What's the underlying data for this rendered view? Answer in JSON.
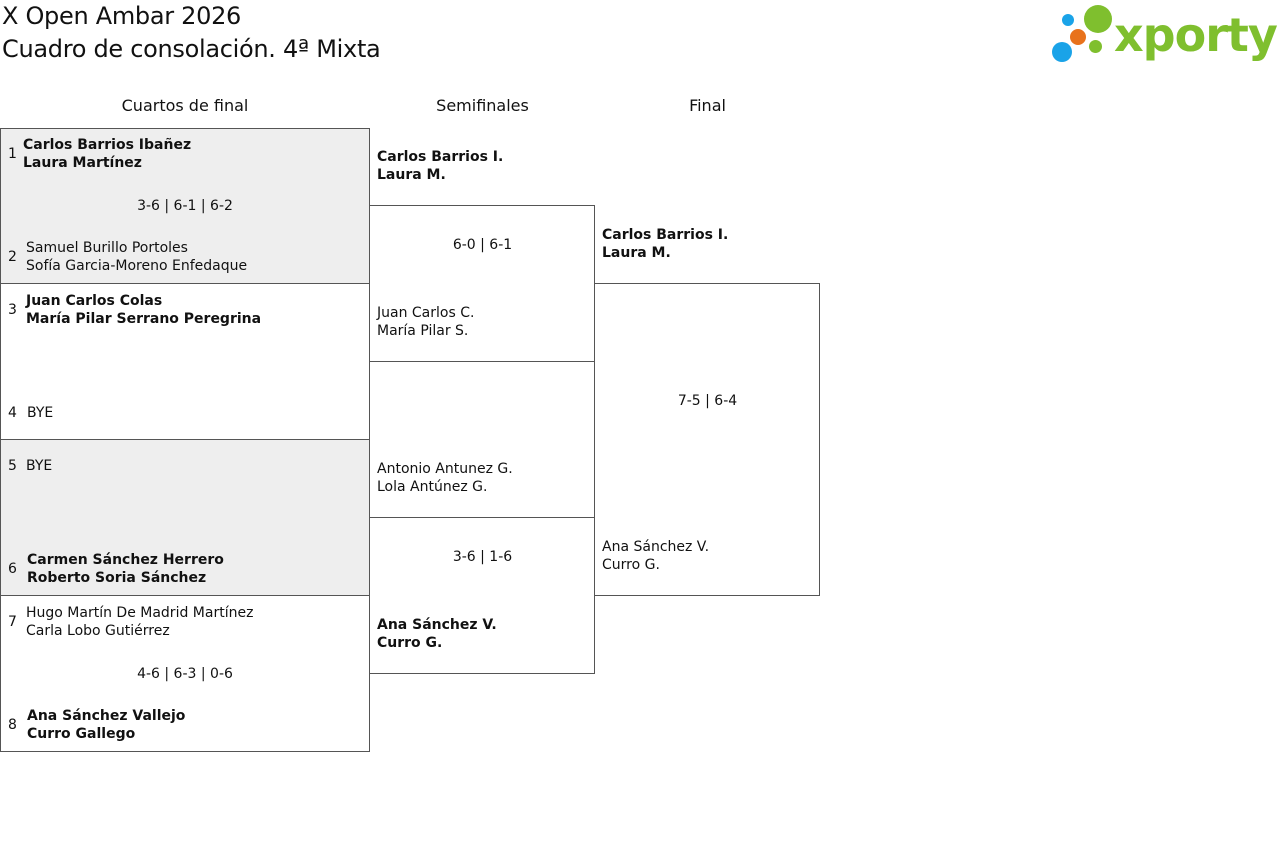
{
  "header": {
    "title_line1": "X Open Ambar 2026",
    "title_line2": "Cuadro de consolación. 4ª Mixta"
  },
  "logo": {
    "text": "xporty",
    "colors": {
      "green": "#7fbf2e",
      "blue": "#1aa3e8",
      "orange": "#e8721c"
    }
  },
  "columns": {
    "quarterfinals": "Cuartos de final",
    "semifinals": "Semifinales",
    "final": "Final"
  },
  "quarterfinals": {
    "entries": [
      {
        "seed": "1",
        "player1": "Carlos Barrios Ibañez",
        "player2": "Laura Martínez"
      },
      {
        "seed": "2",
        "player1": "Samuel Burillo Portoles",
        "player2": "Sofía Garcia-Moreno Enfedaque"
      },
      {
        "seed": "3",
        "player1": "Juan Carlos Colas",
        "player2": "María Pilar Serrano Peregrina"
      },
      {
        "seed": "4",
        "player1": "BYE",
        "player2": ""
      },
      {
        "seed": "5",
        "player1": "BYE",
        "player2": ""
      },
      {
        "seed": "6",
        "player1": "Carmen Sánchez Herrero",
        "player2": "Roberto Soria Sánchez"
      },
      {
        "seed": "7",
        "player1": "Hugo Martín De Madrid Martínez",
        "player2": "Carla Lobo Gutiérrez"
      },
      {
        "seed": "8",
        "player1": "Ana Sánchez Vallejo",
        "player2": "Curro Gallego"
      }
    ],
    "scores": [
      "3-6 | 6-1 | 6-2",
      "",
      "",
      "4-6 | 6-3 | 0-6"
    ]
  },
  "semifinals": {
    "entries": [
      {
        "player1": "Carlos Barrios I.",
        "player2": "Laura M."
      },
      {
        "player1": "Juan Carlos C.",
        "player2": "María Pilar S."
      },
      {
        "player1": "Antonio Antunez G.",
        "player2": "Lola Antúnez G."
      },
      {
        "player1": "Ana Sánchez V.",
        "player2": "Curro G."
      }
    ],
    "scores": [
      "6-0 | 6-1",
      "3-6 | 1-6"
    ]
  },
  "final": {
    "entries": [
      {
        "player1": "Carlos Barrios I.",
        "player2": "Laura M."
      },
      {
        "player1": "Ana Sánchez V.",
        "player2": "Curro G."
      }
    ],
    "score": "7-5 | 6-4"
  }
}
